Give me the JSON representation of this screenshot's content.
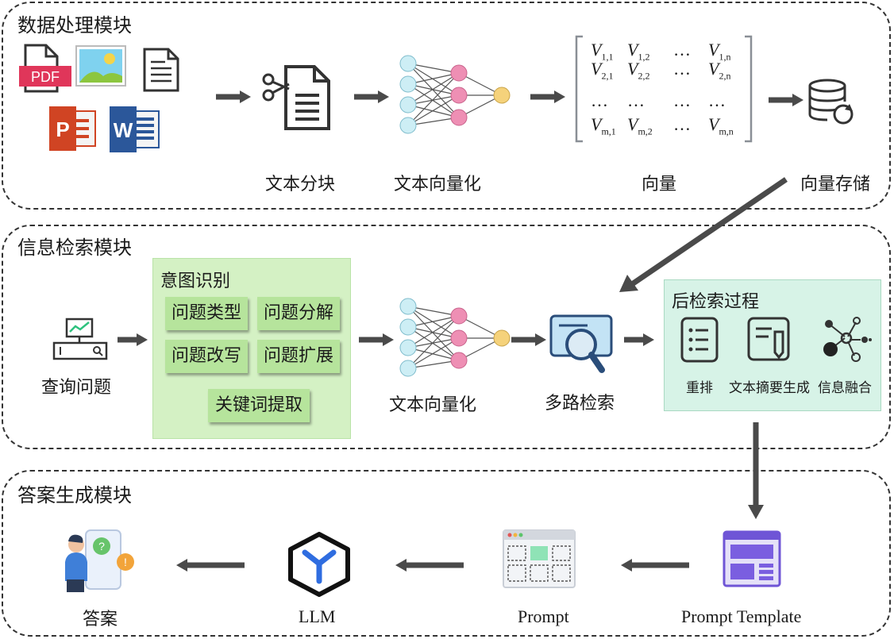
{
  "modules": {
    "data_processing": {
      "title": "数据处理模块"
    },
    "retrieval": {
      "title": "信息检索模块"
    },
    "answer": {
      "title": "答案生成模块"
    }
  },
  "data_processing": {
    "file_icons": [
      "pdf-icon",
      "image-icon",
      "document-icon",
      "powerpoint-icon",
      "word-icon"
    ],
    "pdf_label": "PDF",
    "chunking_label": "文本分块",
    "vectorize_label": "文本向量化",
    "vector_label": "向量",
    "storage_label": "向量存储",
    "matrix": {
      "rows": [
        [
          [
            "V",
            "1,1"
          ],
          [
            "V",
            "1,2"
          ],
          [
            "…",
            ""
          ],
          [
            "V",
            "1,n"
          ]
        ],
        [
          [
            "V",
            "2,1"
          ],
          [
            "V",
            "2,2"
          ],
          [
            "…",
            ""
          ],
          [
            "V",
            "2,n"
          ]
        ],
        [
          [
            "…",
            ""
          ],
          [
            "…",
            ""
          ],
          [
            "…",
            ""
          ],
          [
            "…",
            ""
          ]
        ],
        [
          [
            "V",
            "m,1"
          ],
          [
            "V",
            "m,2"
          ],
          [
            "…",
            ""
          ],
          [
            "V",
            "m,n"
          ]
        ]
      ]
    }
  },
  "retrieval": {
    "query_label": "查询问题",
    "intent": {
      "title": "意图识别",
      "chips": [
        "问题类型",
        "问题分解",
        "问题改写",
        "问题扩展",
        "关键词提取"
      ]
    },
    "vectorize_label": "文本向量化",
    "multi_search_label": "多路检索",
    "post": {
      "title": "后检索过程",
      "items": [
        "重排",
        "文本摘要生成",
        "信息融合"
      ]
    }
  },
  "answer": {
    "answer_label": "答案",
    "llm_label": "LLM",
    "prompt_label": "Prompt",
    "template_label": "Prompt Template"
  },
  "colors": {
    "input_node": "#cdeef5",
    "hidden_node": "#ee8fb4",
    "output_node": "#f5d27b",
    "green_box": "#d4f1c4",
    "green_chip": "#b6e49c",
    "teal_box": "#d7f3e7",
    "arrow": "#4a4a4a",
    "llm_blue": "#2f6de0"
  }
}
